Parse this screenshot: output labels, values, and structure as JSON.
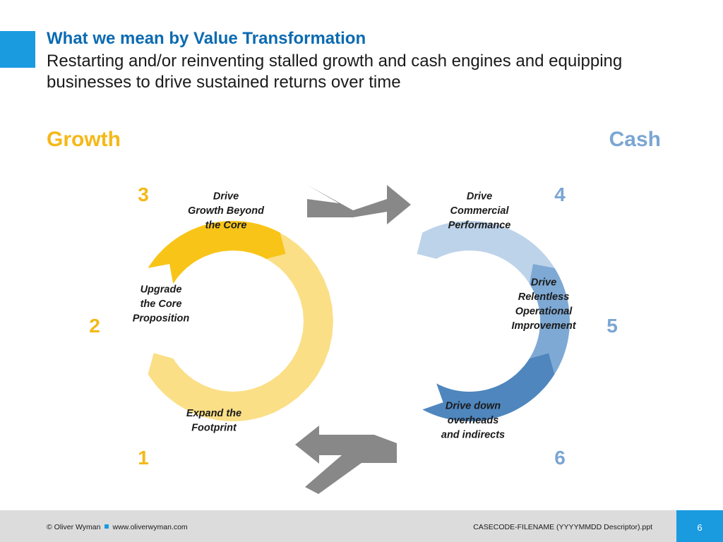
{
  "header": {
    "title": "What we mean by Value Transformation",
    "subtitle": "Restarting and/or reinventing stalled growth and cash engines and equipping businesses to drive sustained returns over time"
  },
  "labels": {
    "growth": "Growth",
    "cash": "Cash"
  },
  "colors": {
    "brand_blue": "#1a9be0",
    "title_blue": "#0b6ab1",
    "growth_yellow": "#f5b818",
    "cash_blue": "#7ba6d3",
    "arrow_gray": "#888888"
  },
  "segments": [
    {
      "number": "1",
      "lines": [
        "Expand the",
        "Footprint"
      ],
      "color": "#fdecb7"
    },
    {
      "number": "2",
      "lines": [
        "Upgrade",
        "the Core",
        "Proposition"
      ],
      "color": "#fbdf87"
    },
    {
      "number": "3",
      "lines": [
        "Drive",
        "Growth Beyond",
        "the Core"
      ],
      "color": "#f8c418"
    },
    {
      "number": "4",
      "lines": [
        "Drive",
        "Commercial",
        "Performance"
      ],
      "color": "#bdd3ea"
    },
    {
      "number": "5",
      "lines": [
        "Drive",
        "Relentless",
        "Operational",
        "Improvement"
      ],
      "color": "#7ea9d4"
    },
    {
      "number": "6",
      "lines": [
        "Drive down",
        "overheads",
        "and indirects"
      ],
      "color": "#4f86be"
    }
  ],
  "footer": {
    "copyright": "© Oliver Wyman",
    "website": "www.oliverwyman.com",
    "filename": "CASECODE-FILENAME (YYYYMMDD Descriptor).ppt",
    "page": "6"
  }
}
